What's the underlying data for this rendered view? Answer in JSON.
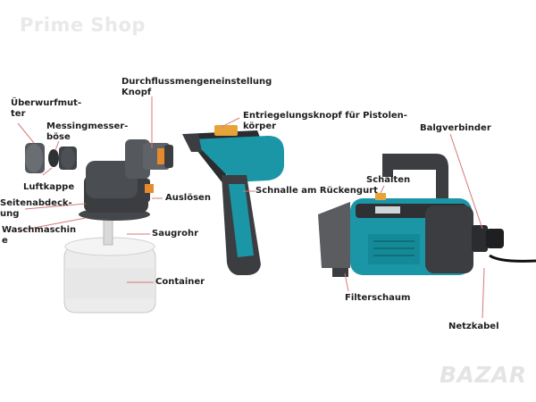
{
  "watermarks": {
    "top_left": "Prime Shop",
    "bottom_right": "BAZAR"
  },
  "colors": {
    "teal": "#1a96a6",
    "dark": "#3b3d40",
    "white_body": "#eeeeee",
    "accent_orange": "#e68a2e",
    "label": "#1e1e1e",
    "leader": "#d47a78"
  },
  "labels": {
    "durchfluss": "Durchflussmengeneinstellung\nKnopf",
    "ueberwurf": "Überwurfmut-\nter",
    "messing": "Messingmesser-\nböse",
    "luftkappe": "Luftkappe",
    "seitenabdeckung": "Seitenabdeck-\nung",
    "waschmaschine": "Waschmaschin\ne",
    "ausloesen": "Auslösen",
    "saugrohr": "Saugrohr",
    "container": "Container",
    "entriegelung": "Entriegelungsknopf für Pistolen-\nkörper",
    "schnalle": "Schnalle am Rückengurt",
    "balgverbinder": "Balgverbinder",
    "schalten": "Schalten",
    "filterschaum": "Filterschaum",
    "netzkabel": "Netzkabel"
  }
}
